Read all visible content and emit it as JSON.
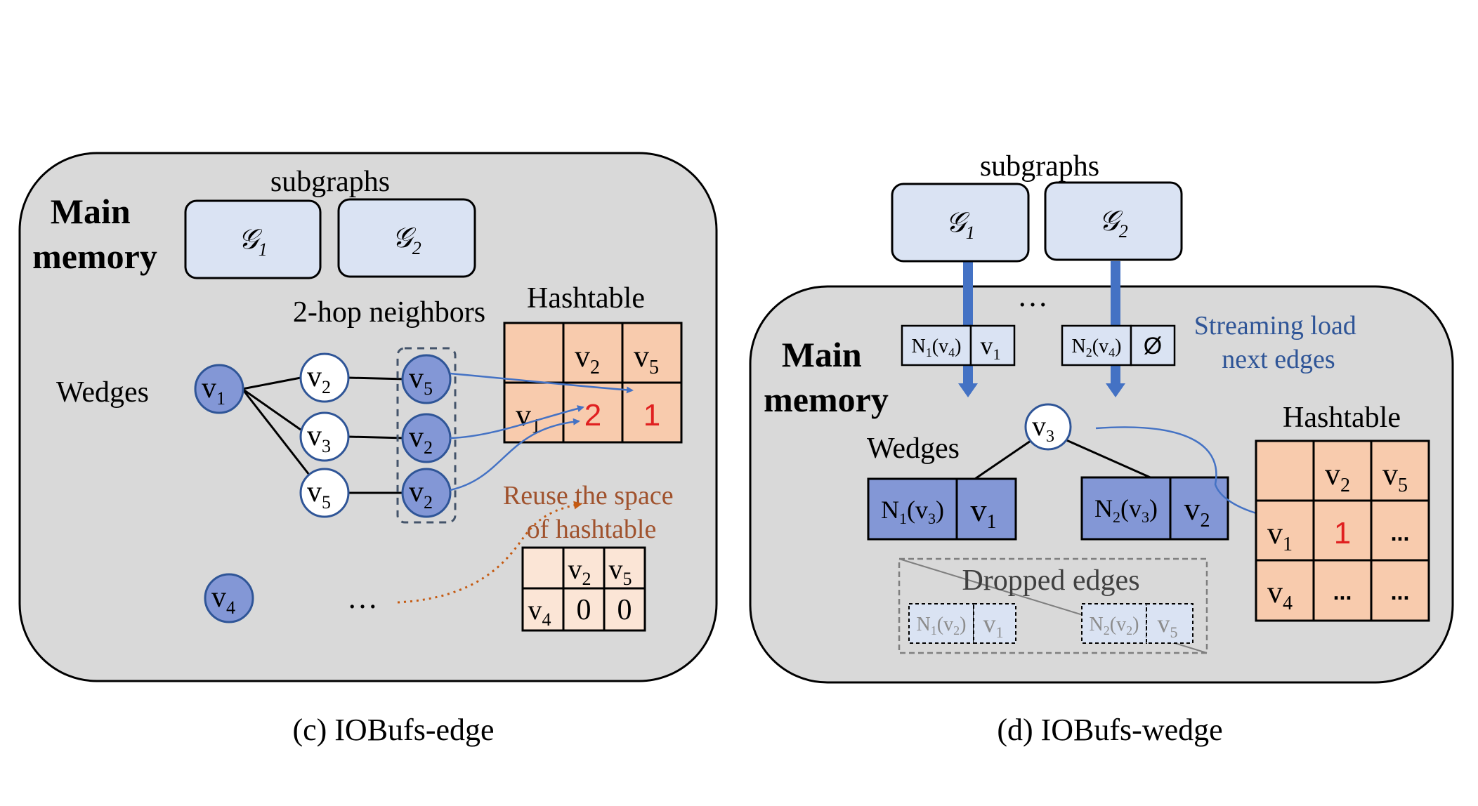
{
  "panel_c": {
    "main_memory_line1": "Main",
    "main_memory_line2": "memory",
    "subgraphs_label": "subgraphs",
    "subgraph_1": "𝒢",
    "subgraph_1_sub": "1",
    "subgraph_2": "𝒢",
    "subgraph_2_sub": "2",
    "two_hop_label": "2-hop neighbors",
    "hashtable_label": "Hashtable",
    "wedges_label": "Wedges",
    "node_v": "v",
    "node_v1_sub": "1",
    "node_v2_sub": "2",
    "node_v3_sub": "3",
    "node_v4_sub": "4",
    "node_v5_sub": "5",
    "hashtable": {
      "col_1": "v",
      "col_1_sub": "2",
      "col_2": "v",
      "col_2_sub": "5",
      "row_1": "v",
      "row_1_sub": "1",
      "cell_1": "2",
      "cell_2": "1"
    },
    "reuse_line1": "Reuse the space",
    "reuse_line2": "of hashtable",
    "small_table": {
      "col_1": "v",
      "col_1_sub": "2",
      "col_2": "v",
      "col_2_sub": "5",
      "row_1": "v",
      "row_1_sub": "4",
      "cell_1": "0",
      "cell_2": "0"
    },
    "ellipsis": "…",
    "caption": "(c) IOBufs-edge"
  },
  "panel_d": {
    "subgraphs_label": "subgraphs",
    "subgraph_1": "𝒢",
    "subgraph_1_sub": "1",
    "subgraph_2": "𝒢",
    "subgraph_2_sub": "2",
    "ellipsis": "…",
    "stream_1_left": "N",
    "stream_1_left_sub": "1",
    "stream_1_left_arg": "(v",
    "stream_1_left_arg_sub": "4",
    "stream_1_left_close": ")",
    "stream_1_right": "v",
    "stream_1_right_sub": "1",
    "stream_2_left": "N",
    "stream_2_left_sub": "2",
    "stream_2_left_arg": "(v",
    "stream_2_left_arg_sub": "4",
    "stream_2_left_close": ")",
    "stream_2_right": "Ø",
    "streaming_line1": "Streaming load",
    "streaming_line2": "next edges",
    "main_memory_line1": "Main",
    "main_memory_line2": "memory",
    "wedges_label": "Wedges",
    "node_v3": "v",
    "node_v3_sub": "3",
    "wedge_1_left": "N",
    "wedge_1_left_sub": "1",
    "wedge_1_arg": "(v",
    "wedge_1_arg_sub": "3",
    "wedge_1_close": ")",
    "wedge_1_right": "v",
    "wedge_1_right_sub": "1",
    "wedge_2_left": "N",
    "wedge_2_left_sub": "2",
    "wedge_2_arg": "(v",
    "wedge_2_arg_sub": "3",
    "wedge_2_close": ")",
    "wedge_2_right": "v",
    "wedge_2_right_sub": "2",
    "dropped_label": "Dropped edges",
    "dropped_1_left": "N",
    "dropped_1_left_sub": "1",
    "dropped_1_arg": "(v",
    "dropped_1_arg_sub": "2",
    "dropped_1_close": ")",
    "dropped_1_right": "v",
    "dropped_1_right_sub": "1",
    "dropped_2_left": "N",
    "dropped_2_left_sub": "2",
    "dropped_2_arg": "(v",
    "dropped_2_arg_sub": "2",
    "dropped_2_close": ")",
    "dropped_2_right": "v",
    "dropped_2_right_sub": "5",
    "hashtable_label": "Hashtable",
    "hashtable": {
      "col_1": "v",
      "col_1_sub": "2",
      "col_2": "v",
      "col_2_sub": "5",
      "row_1": "v",
      "row_1_sub": "1",
      "row_2": "v",
      "row_2_sub": "4",
      "cell_11": "1",
      "cell_12": "...",
      "cell_21": "...",
      "cell_22": "..."
    },
    "caption": "(d) IOBufs-wedge"
  },
  "colors": {
    "panel_bg": "#d9d9d9",
    "subgraph_fill": "#dae3f3",
    "node_dark": "#8397d6",
    "wedge_fill": "#8397d6",
    "hashtable_fill": "#f8cbad",
    "small_table_fill": "#fbe5d6",
    "arrow_blue": "#4472c4",
    "count_red": "#e02020",
    "reuse_brown": "#a0522d",
    "streaming_blue": "#2f5597"
  }
}
